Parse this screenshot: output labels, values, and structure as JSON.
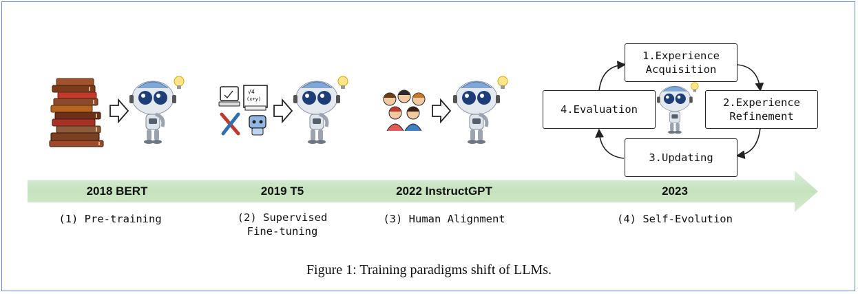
{
  "timeline": {
    "years": [
      "2018 BERT",
      "2019 T5",
      "2022 InstructGPT",
      "2023"
    ],
    "stages": [
      "(1) Pre-training",
      "(2) Supervised\nFine-tuning",
      "(3) Human Alignment",
      "(4) Self-Evolution"
    ]
  },
  "cycle": {
    "acquisition": "1.Experience\nAcquisition",
    "refinement": "2.Experience\nRefinement",
    "updating": "3.Updating",
    "evaluation": "4.Evaluation"
  },
  "caption": "Figure 1: Training paradigms shift of LLMs.",
  "icons": {
    "books": "books-stack-icon",
    "robot": "robot-mascot-icon",
    "sft": "sft-tools-icon",
    "people": "people-group-icon"
  },
  "colors": {
    "frame": "#5b8ed6",
    "band": "#cfe6c4",
    "robot_head": "#dfe5ee",
    "robot_eye": "#2a5ba8"
  }
}
